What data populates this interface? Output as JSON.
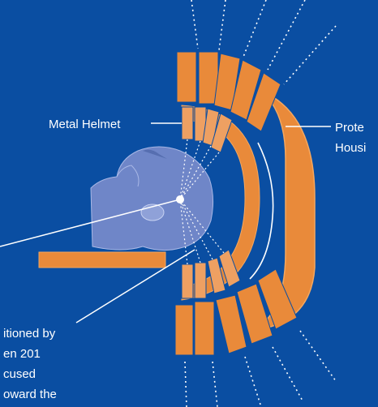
{
  "labels": {
    "metal_helmet": "Metal Helmet",
    "housing_line1": "Prote",
    "housing_line2": "Housi",
    "bottom_line1": "itioned by",
    "bottom_line2": "en 201",
    "bottom_line3": "cused",
    "bottom_line4": "oward the"
  },
  "colors": {
    "background": "#0a4ea2",
    "shield": "#e98a3a",
    "shield_edge": "#f4a75f",
    "line": "#ffffff",
    "head": "#6f86c8"
  }
}
